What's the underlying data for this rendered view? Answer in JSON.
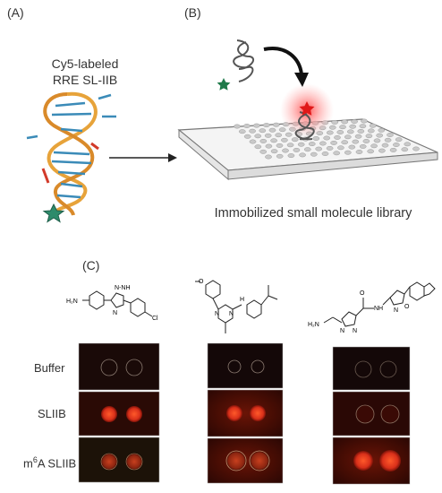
{
  "panels": {
    "a_label": "(A)",
    "b_label": "(B)",
    "c_label": "(C)"
  },
  "panel_a": {
    "probe_line1": "Cy5-labeled",
    "probe_line2": "RRE SL-IIB"
  },
  "panel_b": {
    "caption": "Immobilized small molecule library"
  },
  "panel_c": {
    "rows": [
      {
        "label": "Buffer"
      },
      {
        "label": "SLIIB"
      },
      {
        "label_prefix": "m",
        "label_sup": "6",
        "label_suffix": "A SLIIB"
      }
    ],
    "compound1": {
      "nh2": "H₂N",
      "nh": "N-NH",
      "n": "N",
      "cl": "Cl"
    },
    "compound2": {
      "o": "O",
      "nh": "H",
      "n1": "N",
      "n2": "N"
    },
    "compound3": {
      "nh2": "H₂N",
      "o": "O",
      "nh": "NH",
      "n1": "N",
      "n2": "N",
      "n3": "N",
      "o2": "O"
    }
  },
  "colors": {
    "star_red": "#e01818",
    "star_green": "#1f7a4a",
    "glow": "#ff6b6b",
    "rna_orange": "#e7a33a",
    "rna_blue": "#3b8bb8",
    "spot_red": "#e8331c"
  }
}
